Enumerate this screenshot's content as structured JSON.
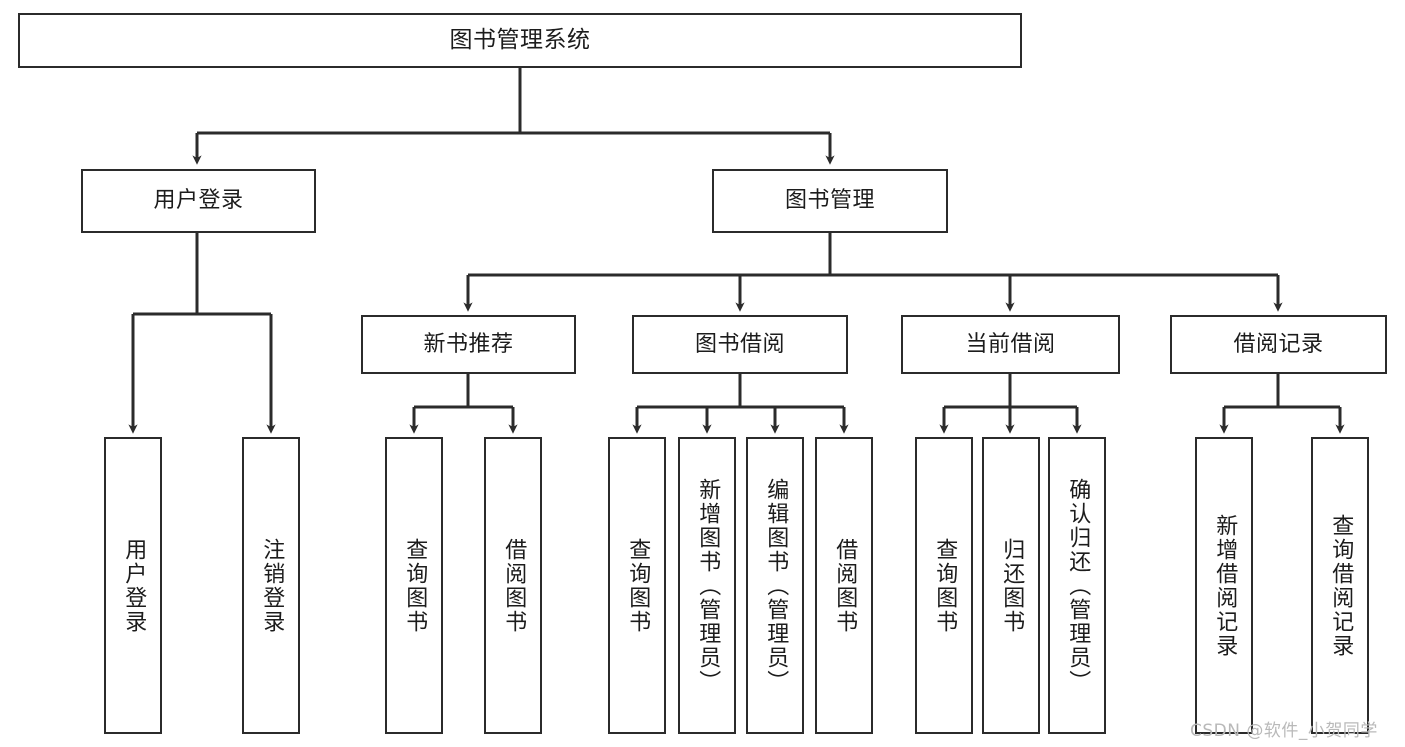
{
  "diagram": {
    "title": "图书管理系统",
    "type": "hierarchy-tree",
    "watermark": "CSDN @软件_小贺同学",
    "colors": {
      "stroke": "#2b2b2b",
      "fill": "#ffffff",
      "text": "#1c1c1c",
      "watermark": "#b9b9b9"
    },
    "nodes": {
      "root": {
        "label": "图书管理系统"
      },
      "level2": [
        {
          "label": "用户登录"
        },
        {
          "label": "图书管理"
        }
      ],
      "level3": [
        {
          "label": "新书推荐"
        },
        {
          "label": "图书借阅"
        },
        {
          "label": "当前借阅"
        },
        {
          "label": "借阅记录"
        }
      ],
      "leaves_user_login": [
        {
          "label": "用户登录"
        },
        {
          "label": "注销登录"
        }
      ],
      "leaves_new_book": [
        {
          "label": "查询图书"
        },
        {
          "label": "借阅图书"
        }
      ],
      "leaves_borrow": [
        {
          "label": "查询图书"
        },
        {
          "label": "新增图书（管理员）"
        },
        {
          "label": "编辑图书（管理员）"
        },
        {
          "label": "借阅图书"
        }
      ],
      "leaves_current": [
        {
          "label": "查询图书"
        },
        {
          "label": "归还图书"
        },
        {
          "label": "确认归还（管理员）"
        }
      ],
      "leaves_record": [
        {
          "label": "新增借阅记录"
        },
        {
          "label": "查询借阅记录"
        }
      ]
    }
  }
}
